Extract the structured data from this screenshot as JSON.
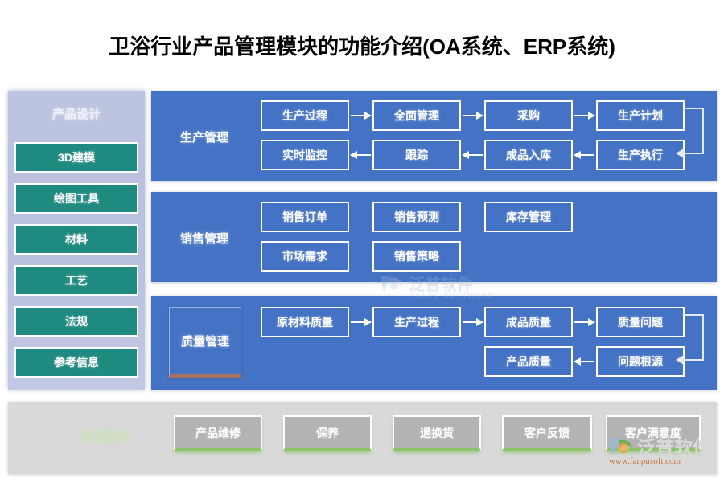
{
  "page": {
    "title": "卫浴行业产品管理模块的功能介绍(OA系统、ERP系统)"
  },
  "colors": {
    "panel_blue": "#4472c4",
    "sidebar_bg": "#bdc4e0",
    "sidebar_item_teal": "#1f8a80",
    "bottom_bar_bg": "#d9d9d9",
    "bottom_item_gray": "#b3b3b3",
    "bottom_accent_green": "#8fc36a",
    "node_border_white": "#ffffff"
  },
  "sidebar": {
    "title": "产品设计",
    "items": [
      {
        "label": "3D建模"
      },
      {
        "label": "绘图工具"
      },
      {
        "label": "材料"
      },
      {
        "label": "工艺"
      },
      {
        "label": "法规"
      },
      {
        "label": "参考信息"
      }
    ]
  },
  "panels": [
    {
      "id": "production",
      "label": "生产管理",
      "row1": [
        {
          "label": "生产过程"
        },
        {
          "label": "全面管理"
        },
        {
          "label": "采购"
        },
        {
          "label": "生产计划"
        }
      ],
      "row2": [
        {
          "label": "实时监控"
        },
        {
          "label": "跟踪"
        },
        {
          "label": "成品入库"
        },
        {
          "label": "生产执行"
        }
      ],
      "flow": "生产过程 → 全面管理 → 采购 → 生产计划 → 生产执行 → 成品入库 → 跟踪 → 实时监控"
    },
    {
      "id": "sales",
      "label": "销售管理",
      "row1": [
        {
          "label": "销售订单"
        },
        {
          "label": "销售预测"
        },
        {
          "label": "库存管理"
        }
      ],
      "row2": [
        {
          "label": "市场需求"
        },
        {
          "label": "销售策略"
        }
      ],
      "flow": ""
    },
    {
      "id": "quality",
      "label": "质量管理",
      "row1": [
        {
          "label": "原材料质量"
        },
        {
          "label": "生产过程"
        },
        {
          "label": "成品质量"
        },
        {
          "label": "质量问题"
        }
      ],
      "row2": [
        {
          "label": "产品质量"
        },
        {
          "label": "问题根源"
        }
      ],
      "flow": "原材料质量 → 生产过程 → 成品质量 → 质量问题 → 问题根源 → 产品质量"
    }
  ],
  "bottom": {
    "title": "售后服务",
    "items": [
      {
        "label": "产品维修"
      },
      {
        "label": "保养"
      },
      {
        "label": "退换货"
      },
      {
        "label": "客户反馈"
      },
      {
        "label": "客户满意度"
      }
    ]
  },
  "branding": {
    "watermark_name": "泛普软件",
    "watermark_sub": "FANPU SOFTWARE",
    "logo_name": "泛普软件",
    "logo_url": "www.fanpusoft.com"
  }
}
